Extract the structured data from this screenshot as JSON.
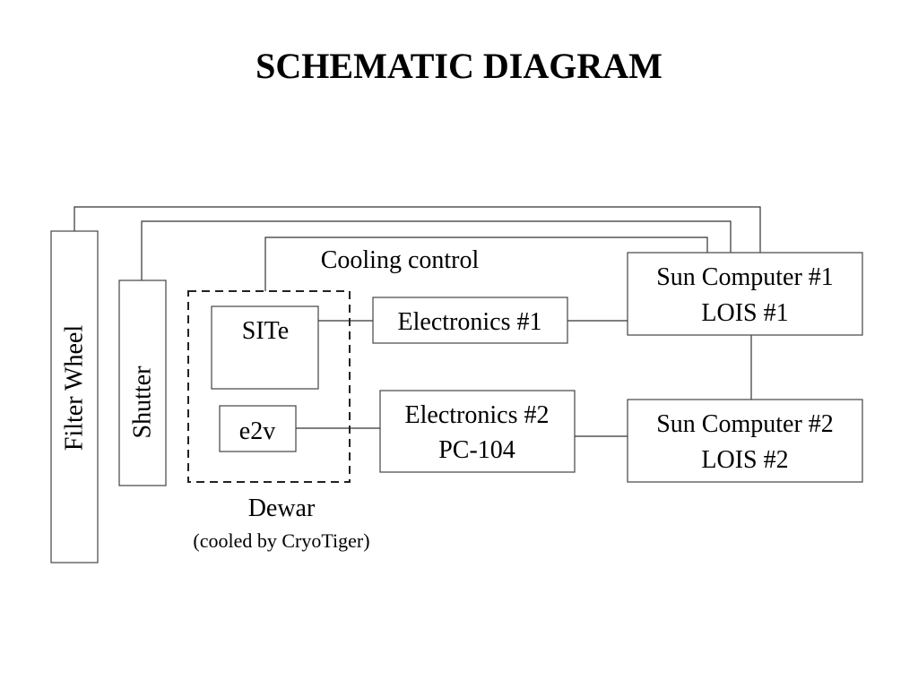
{
  "title": "SCHEMATIC DIAGRAM",
  "nodes": {
    "filter_wheel": "Filter Wheel",
    "shutter": "Shutter",
    "site": "SITe",
    "e2v": "e2v",
    "electronics1": "Electronics #1",
    "electronics2_line1": "Electronics #2",
    "electronics2_line2": "PC-104",
    "sun1_line1": "Sun Computer #1",
    "sun1_line2": "LOIS #1",
    "sun2_line1": "Sun Computer #2",
    "sun2_line2": "LOIS #2"
  },
  "labels": {
    "cooling_control": "Cooling control",
    "dewar": "Dewar",
    "dewar_note": "(cooled by CryoTiger)"
  }
}
